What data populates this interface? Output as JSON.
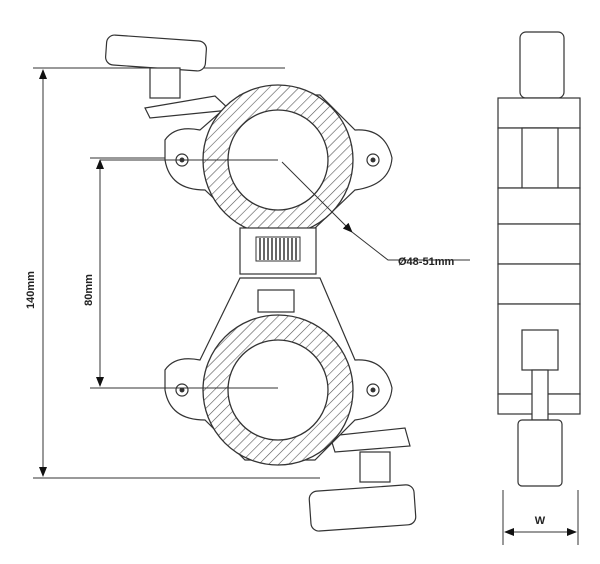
{
  "dimensions": {
    "overall_height": "140mm",
    "tube_spacing": "80mm",
    "tube_diameter": "Ø48-51mm",
    "width": "W"
  }
}
